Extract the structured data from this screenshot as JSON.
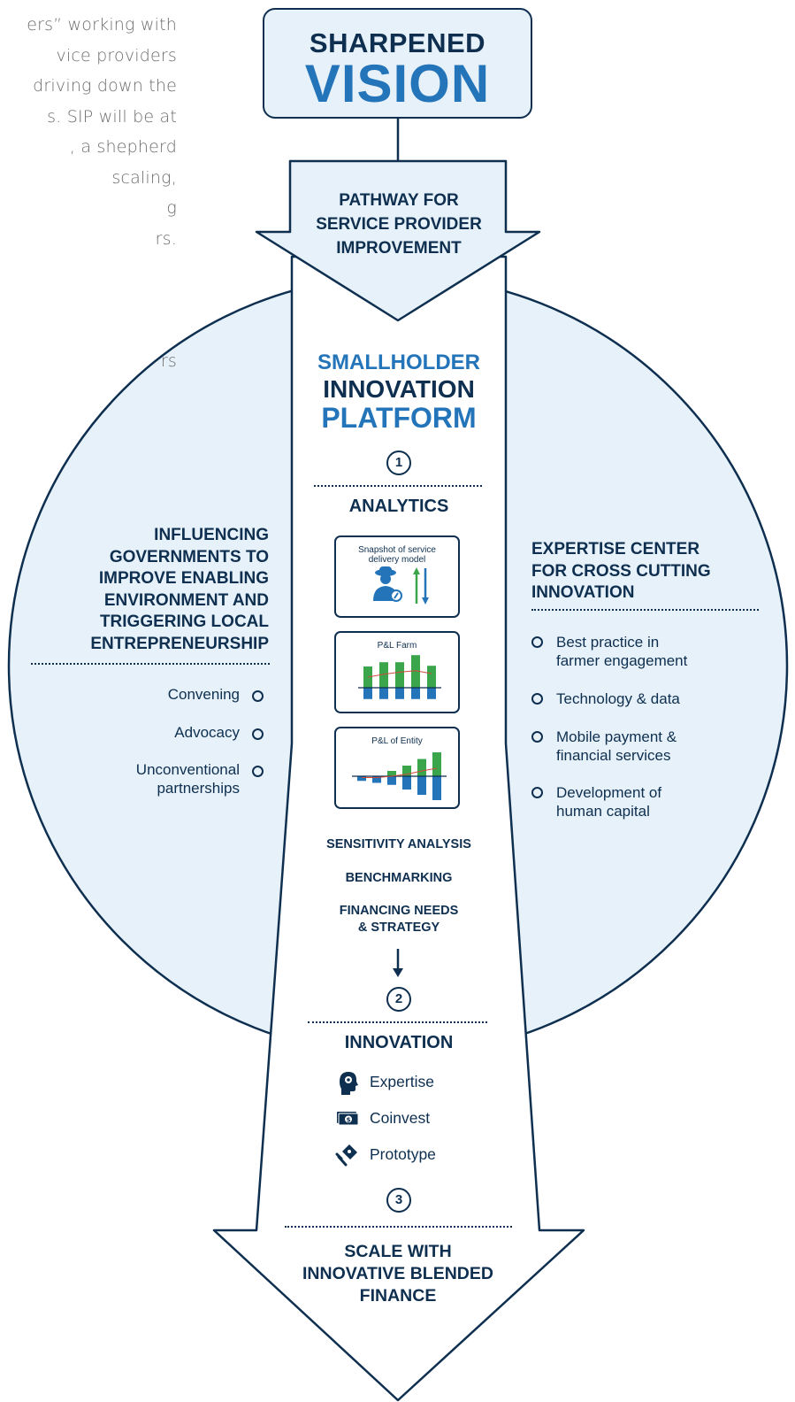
{
  "intro_fragment": {
    "lines": [
      "ers” working with",
      "vice providers",
      "driving down the",
      "s. SIP will be at",
      ", a shepherd",
      "scaling,",
      "g",
      "rs.",
      "",
      "",
      "",
      "rs"
    ]
  },
  "header": {
    "line1": "SHARPENED",
    "line2": "VISION"
  },
  "pathway": {
    "label": "PATHWAY FOR SERVICE PROVIDER IMPROVEMENT",
    "lines": [
      "PATHWAY FOR",
      "SERVICE PROVIDER",
      "IMPROVEMENT"
    ]
  },
  "platform": {
    "line1": "SMALLHOLDER",
    "line2": "INNOVATION",
    "line3": "PLATFORM"
  },
  "steps": {
    "one": "1",
    "two": "2",
    "three": "3"
  },
  "analytics": {
    "title": "ANALYTICS",
    "cards": [
      {
        "title_lines": [
          "Snapshot of service",
          "delivery model"
        ]
      },
      {
        "title_lines": [
          "P&L Farm"
        ]
      },
      {
        "title_lines": [
          "P&L of Entity"
        ]
      }
    ],
    "items": [
      "SENSITIVITY ANALYSIS",
      "BENCHMARKING",
      "FINANCING NEEDS",
      "& STRATEGY"
    ]
  },
  "innovation": {
    "title": "INNOVATION",
    "items": [
      {
        "label": "Expertise",
        "icon": "head-gear-icon"
      },
      {
        "label": "Coinvest",
        "icon": "money-icon"
      },
      {
        "label": "Prototype",
        "icon": "prototype-icon"
      }
    ]
  },
  "scale": {
    "lines": [
      "SCALE WITH",
      "INNOVATIVE BLENDED",
      "FINANCE"
    ]
  },
  "left_panel": {
    "heading_lines": [
      "INFLUENCING",
      "GOVERNMENTS TO",
      "IMPROVE ENABLING",
      "ENVIRONMENT AND",
      "TRIGGERING LOCAL",
      "ENTREPRENEURSHIP"
    ],
    "items": [
      [
        "Convening"
      ],
      [
        "Advocacy"
      ],
      [
        "Unconventional",
        "partnerships"
      ]
    ]
  },
  "right_panel": {
    "heading_lines": [
      "EXPERTISE CENTER",
      "FOR CROSS CUTTING",
      "INNOVATION"
    ],
    "items": [
      [
        "Best practice in",
        "farmer engagement"
      ],
      [
        "Technology & data"
      ],
      [
        "Mobile payment &",
        "financial services"
      ],
      [
        "Development of",
        "human capital"
      ]
    ]
  },
  "colors": {
    "navy": "#0e2f4f",
    "blue": "#2474ba",
    "green": "#3aa54a",
    "light_fill": "#e7f1f9"
  },
  "chart_data": [
    {
      "type": "bar",
      "title": "P&L Farm",
      "categories": [
        "1",
        "2",
        "3",
        "4",
        "5"
      ],
      "series": [
        {
          "values": [
            3,
            3.6,
            3.6,
            4.6,
            3.1
          ]
        },
        {
          "values": [
            -1.6,
            -1.6,
            -1.6,
            -1.6,
            -1.6
          ]
        }
      ]
    },
    {
      "type": "bar",
      "title": "P&L of Entity",
      "categories": [
        "1",
        "2",
        "3",
        "4",
        "5",
        "6"
      ],
      "series": [
        {
          "values": [
            0,
            0,
            0.8,
            1.6,
            2.6,
            3.6
          ]
        },
        {
          "values": [
            -0.7,
            -1.0,
            -1.3,
            -2.0,
            -2.8,
            -3.6
          ]
        }
      ]
    }
  ]
}
